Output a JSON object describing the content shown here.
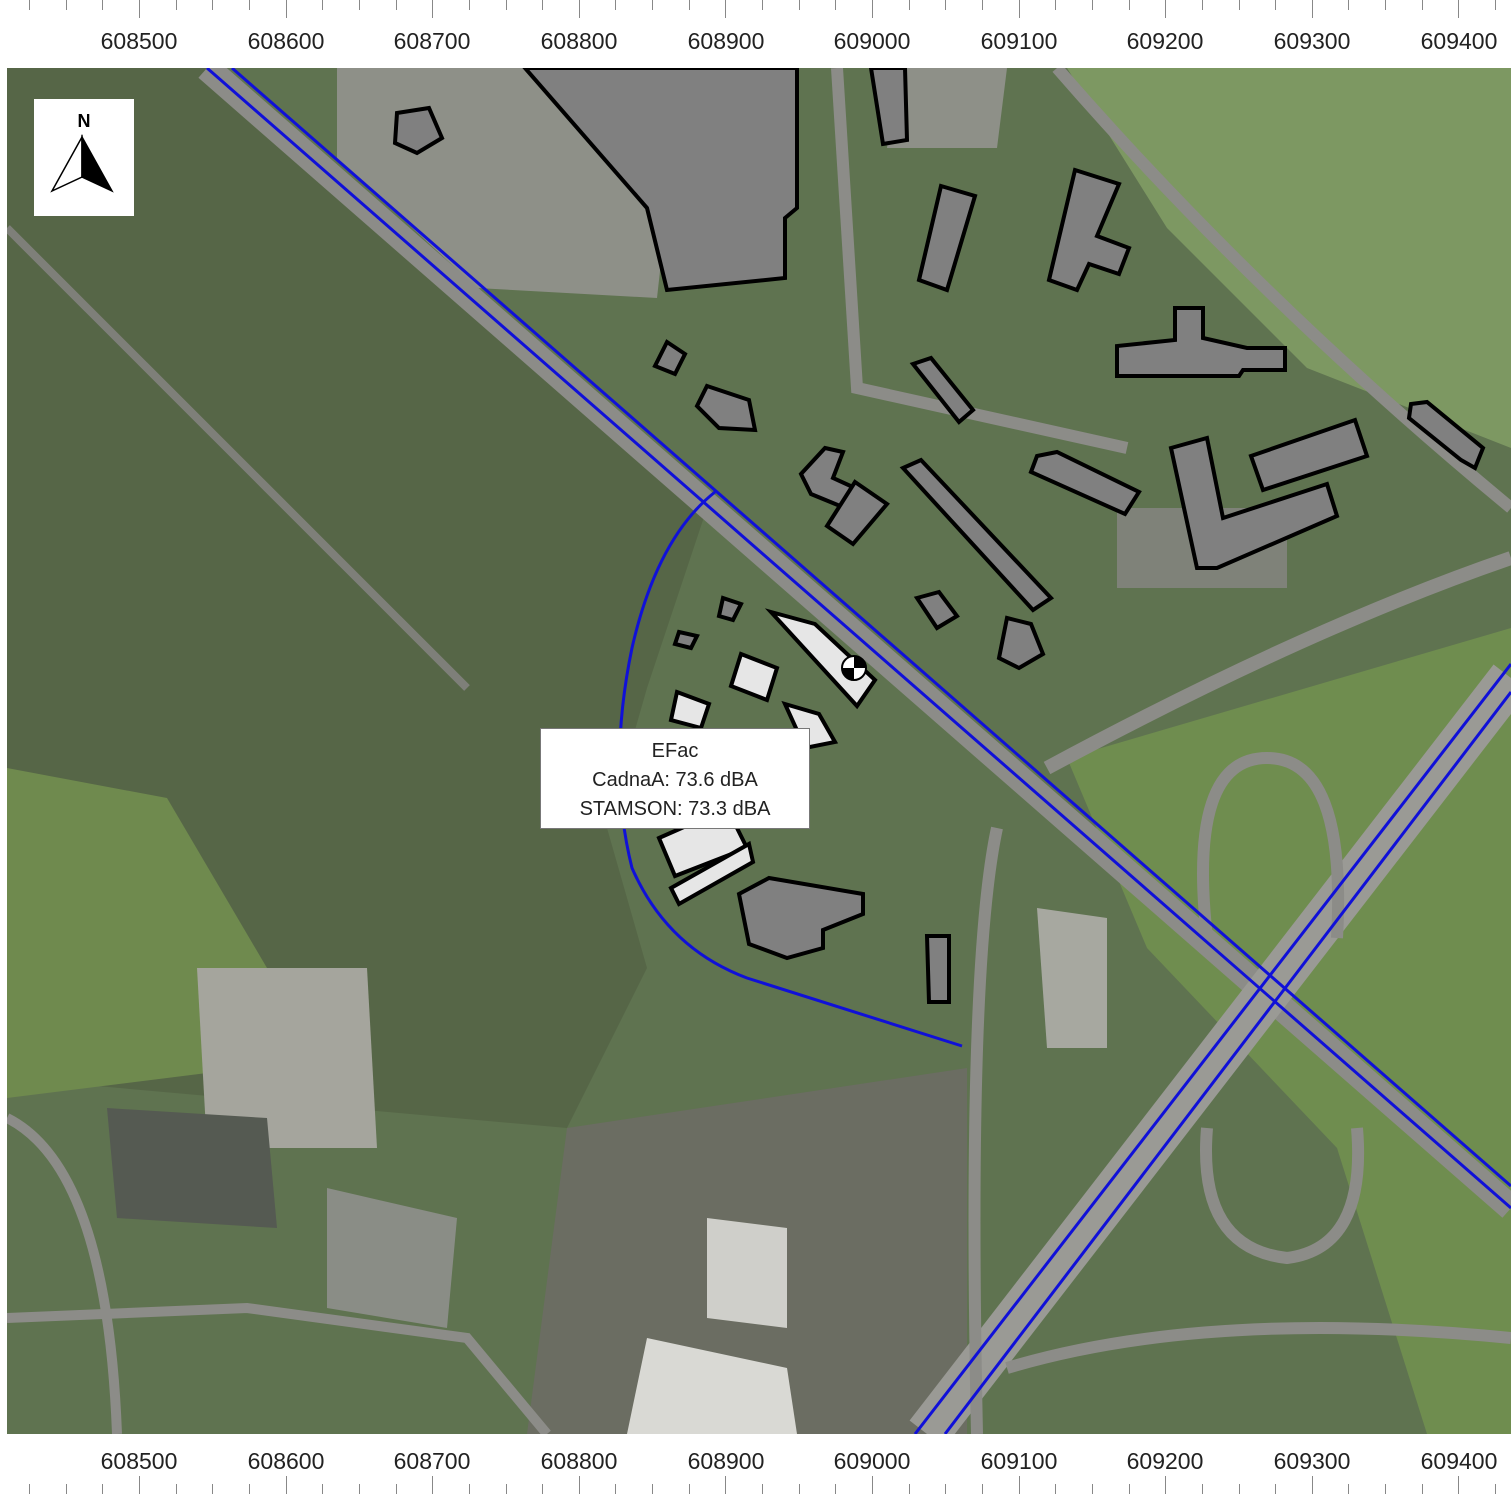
{
  "map": {
    "easting_labels": [
      "608500",
      "608600",
      "608700",
      "608800",
      "608900",
      "609000",
      "609100",
      "609200",
      "609300",
      "609400"
    ],
    "north_arrow_letter": "N",
    "callout": {
      "name": "EFac",
      "line_cadnaa": "CadnaA: 73.6 dBA",
      "line_stamson": "STAMSON: 73.3 dBA"
    },
    "colors": {
      "road_line": "#1010d8",
      "building_fill": "#808080",
      "building_highlight": "#e6e6e6",
      "receiver_marker": "#000000"
    }
  }
}
